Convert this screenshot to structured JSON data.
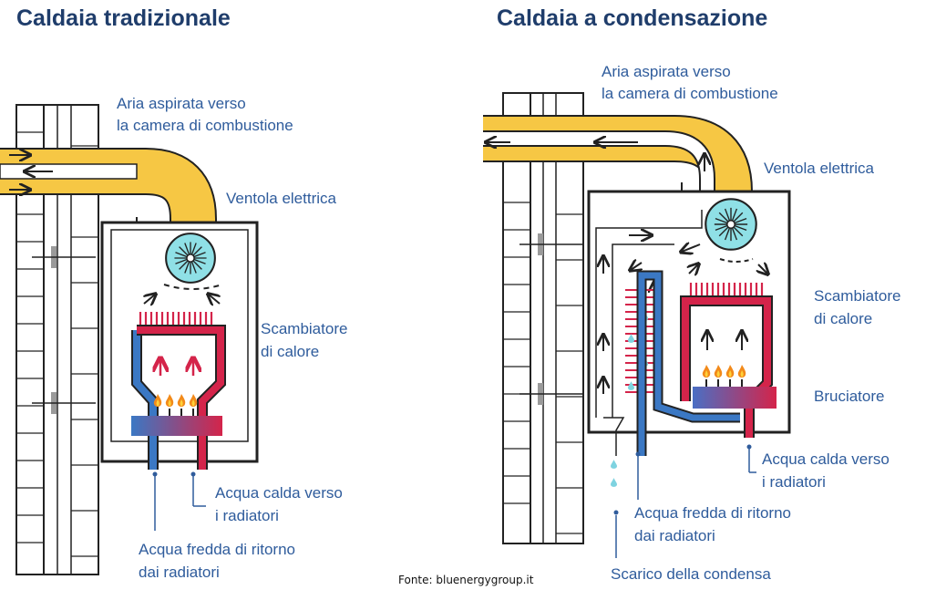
{
  "colors": {
    "title": "#1f3d6b",
    "label": "#2f5c9c",
    "flue_yellow": "#f6c744",
    "fan_cyan": "#8fe0e6",
    "hot_red": "#d4244a",
    "cold_blue": "#3b78c4",
    "condensate": "#7ed3e0"
  },
  "icons": [
    "fan-icon",
    "flame-icon",
    "water-drop-icon",
    "arrow-icon"
  ],
  "left": {
    "title": "Caldaia tradizionale",
    "labels": {
      "air": [
        "Aria aspirata verso",
        "la camera di combustione"
      ],
      "fan": "Ventola elettrica",
      "exchanger": [
        "Scambiatore",
        "di calore"
      ],
      "hot_water": [
        "Acqua calda verso",
        "i radiatori"
      ],
      "cold_water": [
        "Acqua fredda di ritorno",
        "dai radiatori"
      ]
    }
  },
  "right": {
    "title": "Caldaia a condensazione",
    "labels": {
      "air": [
        "Aria aspirata verso",
        "la camera di combustione"
      ],
      "fan": "Ventola elettrica",
      "exchanger": [
        "Scambiatore",
        "di calore"
      ],
      "burner": "Bruciatore",
      "hot_water": [
        "Acqua calda verso",
        "i radiatori"
      ],
      "cold_water": [
        "Acqua fredda di ritorno",
        "dai radiatori"
      ],
      "condensate": "Scarico della condensa"
    }
  },
  "source": "Fonte: bluenergygroup.it"
}
